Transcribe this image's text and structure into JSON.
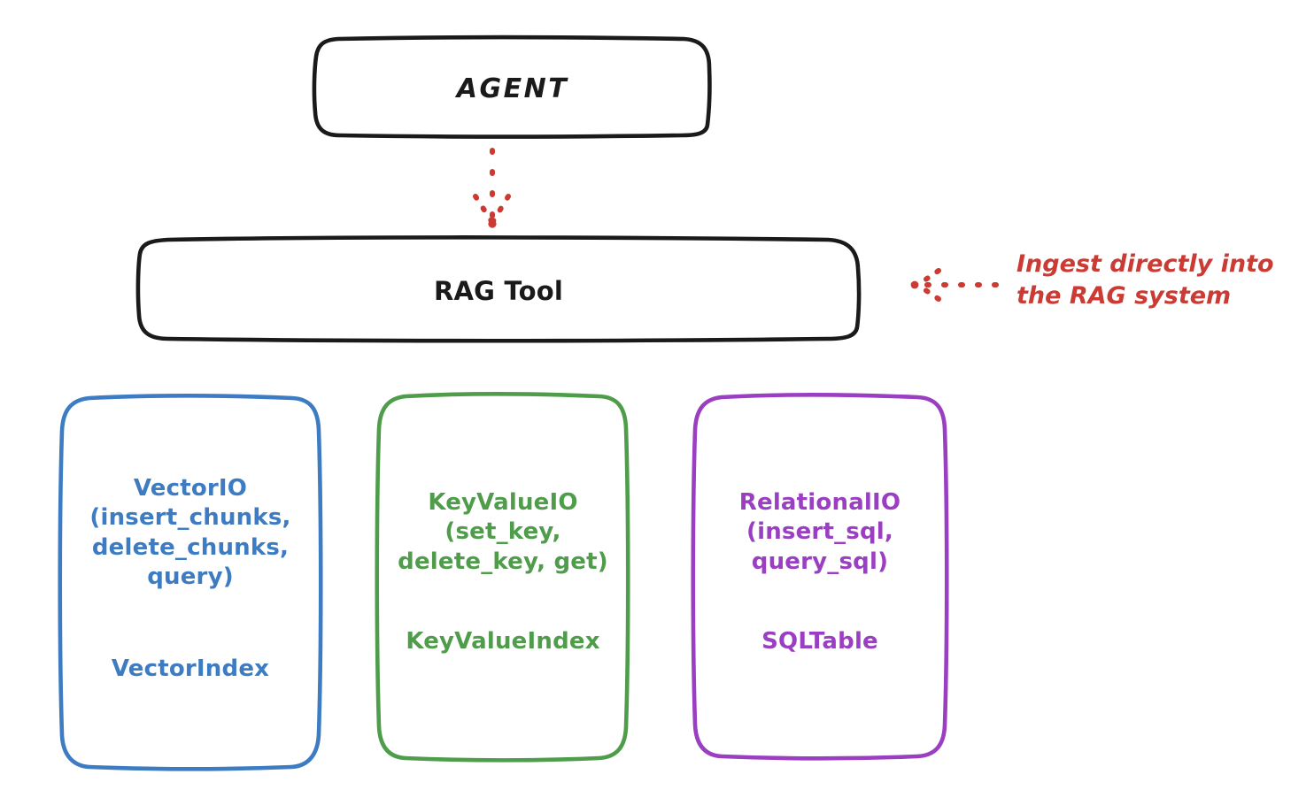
{
  "diagram": {
    "title": "RAG Tool architecture diagram",
    "background": "#ffffff",
    "colors": {
      "stroke_black": "#1a1a1a",
      "blue": "#3d7cc2",
      "green": "#4f9d4b",
      "purple": "#9a3ec2",
      "red": "#cb3a33"
    }
  },
  "nodes": {
    "agent": {
      "label": "AGENT",
      "stroke": "#1a1a1a"
    },
    "rag_tool": {
      "label": "RAG Tool",
      "stroke": "#1a1a1a"
    },
    "vector_io": {
      "api": "VectorIO\n(insert_chunks,\ndelete_chunks,\nquery)",
      "index": "VectorIndex",
      "stroke": "#3d7cc2"
    },
    "key_value_io": {
      "api": "KeyValueIO\n(set_key,\ndelete_key, get)",
      "index": "KeyValueIndex",
      "stroke": "#4f9d4b"
    },
    "relational_io": {
      "api": "RelationalIO\n(insert_sql,\nquery_sql)",
      "index": "SQLTable",
      "stroke": "#9a3ec2"
    }
  },
  "edges": {
    "agent_to_rag": {
      "style": "dotted-arrow-down",
      "color": "#cb3a33"
    },
    "ingest_arrow": {
      "style": "dotted-arrow-left",
      "color": "#cb3a33"
    }
  },
  "annotations": {
    "ingest": "Ingest directly into\nthe RAG system"
  }
}
